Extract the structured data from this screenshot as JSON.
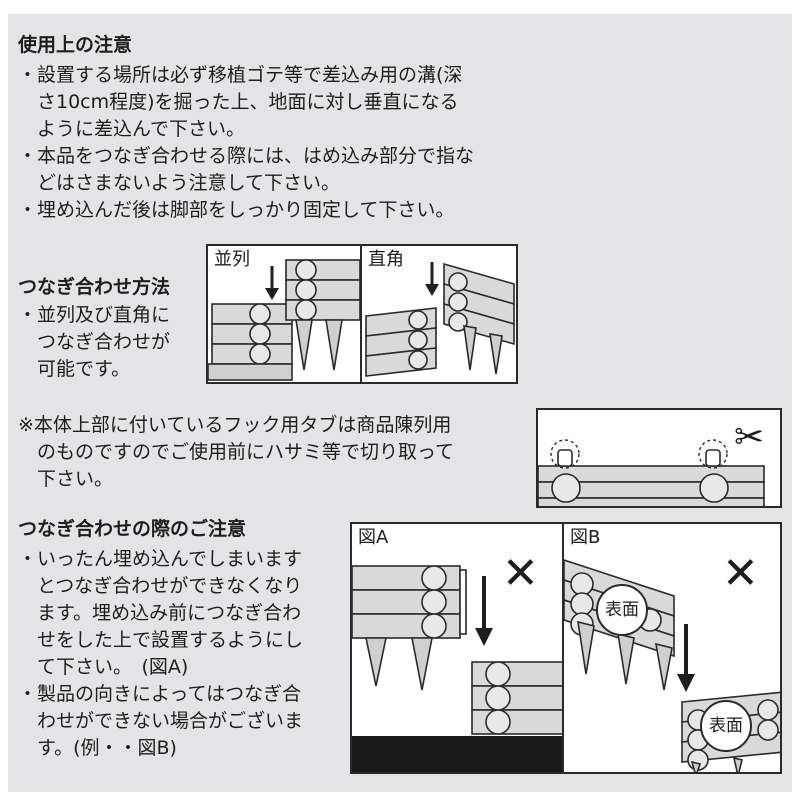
{
  "usage": {
    "title": "使用上の注意",
    "lines": [
      "・設置する場所は必ず移植ゴテ等で差込み用の溝(深",
      "　さ10cm程度)を掘った上、地面に対し垂直になる",
      "　ように差込んで下さい。",
      "・本品をつなぎ合わせる際には、はめ込み部分で指な",
      "　どはさまないよう注意して下さい。",
      "・埋め込んだ後は脚部をしっかり固定して下さい。"
    ]
  },
  "join_method": {
    "title": "つなぎ合わせ方法",
    "lines": [
      "・並列及び直角に",
      "　つなぎ合わせが",
      "　可能です。"
    ],
    "diagram_labels": {
      "parallel": "並列",
      "right_angle": "直角"
    }
  },
  "notice": {
    "lines": [
      "※本体上部に付いているフック用タブは商品陳列用",
      "　のものですのでご使用前にハサミ等で切り取って",
      "　下さい。"
    ]
  },
  "join_caution": {
    "title": "つなぎ合わせの際のご注意",
    "lines": [
      "・いったん埋め込んでしまいます",
      "　とつなぎ合わせができなくなり",
      "　ます。埋め込み前につなぎ合わ",
      "　せをした上で設置するようにし",
      "　て下さい。　(図A)",
      "・製品の向きによってはつなぎ合",
      "　わせができない場合がございま",
      "　す。(例・・図B)"
    ],
    "figure_a_label": "図A",
    "figure_b_label": "図B",
    "surface_label": "表面",
    "x_mark": "✕"
  }
}
